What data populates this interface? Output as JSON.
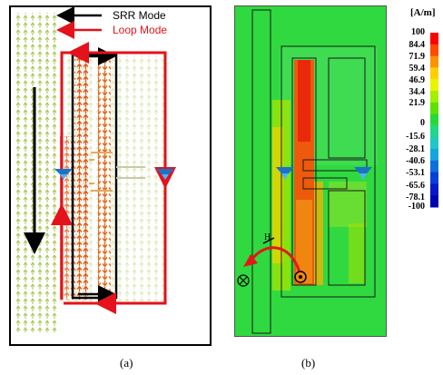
{
  "panel_a": {
    "legend": [
      {
        "label": "SRR Mode",
        "color": "#000000"
      },
      {
        "label": "Loop Mode",
        "color": "#e3121b"
      }
    ],
    "caption": "(a)"
  },
  "panel_b": {
    "colorbar": {
      "unit": "[A/m]",
      "ticks": [
        "100",
        "84.4",
        "71.9",
        "59.4",
        "46.9",
        "34.4",
        "21.9",
        "0",
        "-15.6",
        "-28.1",
        "-40.6",
        "-53.1",
        "-65.6",
        "-78.1",
        "-100"
      ],
      "gradient": [
        "#ff0000",
        "#ff4a00",
        "#ff9200",
        "#ffd000",
        "#e9f500",
        "#a6ef00",
        "#5de200",
        "#27d936",
        "#22d68a",
        "#1fc8c4",
        "#16a4dd",
        "#0d70dd",
        "#0640d6",
        "#0418c8",
        "#0000b5"
      ]
    },
    "field_symbol": "H",
    "into_symbol": "⊗",
    "out_symbol": "⊙",
    "caption": "(b)"
  }
}
